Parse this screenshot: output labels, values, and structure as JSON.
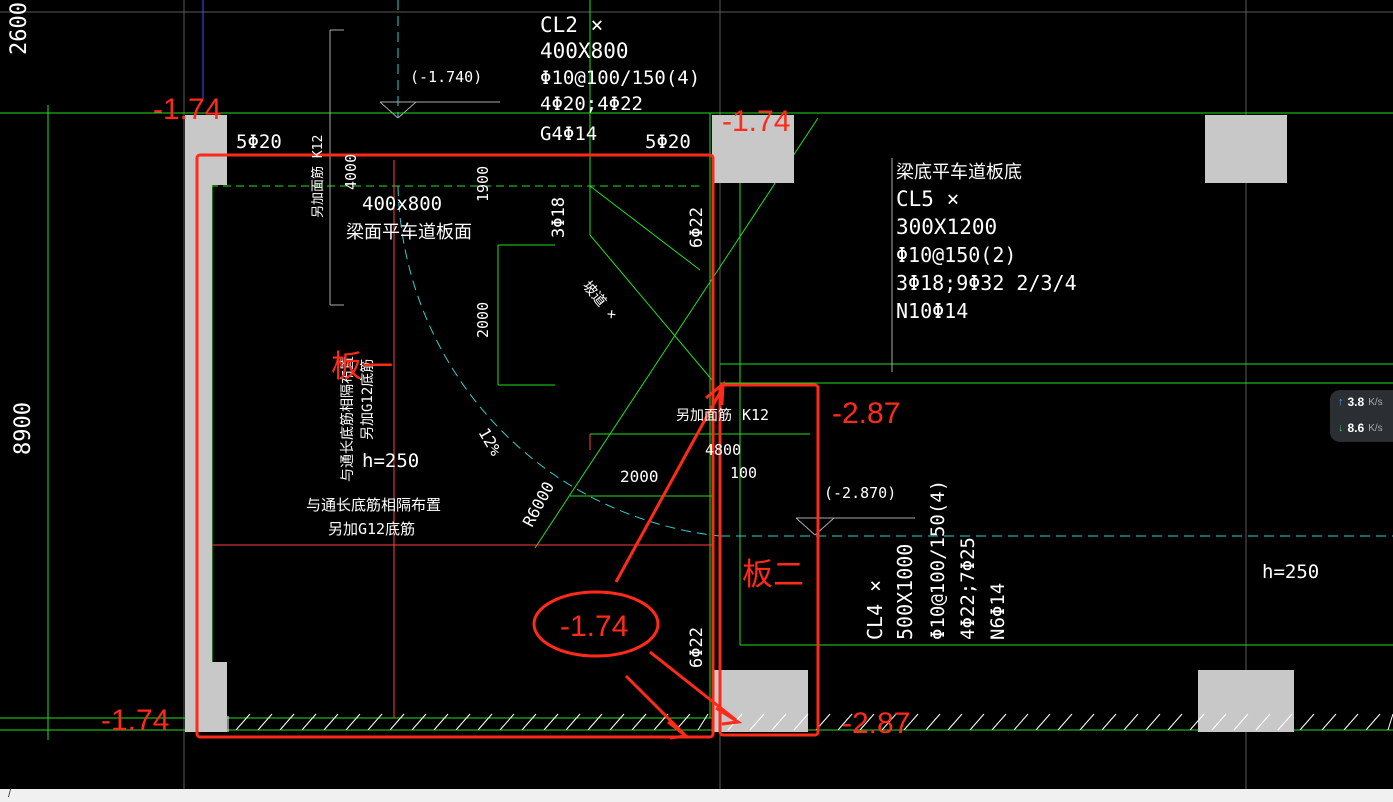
{
  "dims": {
    "left_top": "2600",
    "left_mid": "8900"
  },
  "beam_cl2": {
    "name": "CL2 ×",
    "size": "400X800",
    "stirrup": "Φ10@100/150(4)",
    "bars": "4Φ20;4Φ22",
    "side": "G4Φ14"
  },
  "beam_cl5": {
    "note": "梁底平车道板底",
    "name": "CL5 ×",
    "size": "300X1200",
    "stirrup": "Φ10@150(2)",
    "bars": "3Φ18;9Φ32 2/3/4",
    "side": "N10Φ14"
  },
  "beam_cl4": {
    "name": "CL4 ×",
    "size": "500X1000",
    "stirrup": "Φ10@100/150(4)",
    "bars": "4Φ22;7Φ25",
    "side": "N6Φ14"
  },
  "left_beam": {
    "size": "400x800",
    "note": "梁面平车道板面"
  },
  "cad_text": {
    "elev_a": "(-1.740)",
    "elev_b": "(-2.870)",
    "rebar_5phi20_a": "5Φ20",
    "rebar_5phi20_b": "5Φ20",
    "rebar_3phi18": "3Φ18",
    "rebar_6phi22_a": "6Φ22",
    "rebar_6phi22_b": "6Φ22",
    "dim_4000": "4000",
    "dim_1900": "1900",
    "dim_2000_v": "2000",
    "dim_2000_h": "2000",
    "dim_4800": "4800",
    "dim_100": "100",
    "extra_k12_v": "另加面筋 K12",
    "extra_k12_h": "另加面筋",
    "k12": "K12",
    "slope": "12%",
    "radius": "R6000",
    "ramp": "坡道 ×",
    "h250_a": "h=250",
    "h250_b": "h=250",
    "note_a1": "与通长底筋相隔布置",
    "note_a2": "另加G12底筋",
    "note_b1": "与通长底筋相隔布置",
    "note_b2": "另加G12底筋"
  },
  "markup": {
    "elev_tl": "-1.74",
    "elev_tc": "-1.74",
    "elev_bl": "-1.74",
    "elev_circle": "-1.74",
    "elev_r": "-2.87",
    "elev_br": "-2.87",
    "slab1": "板一",
    "slab2": "板二"
  },
  "netspeed": {
    "up": "3.8",
    "up_unit": "K/s",
    "down": "8.6",
    "down_unit": "K/s"
  },
  "status": {
    "text": "/"
  },
  "colors": {
    "line": "#22dd22",
    "cyan": "#33cccc",
    "red": "#ff2a1a",
    "column": "#c8c8c8"
  }
}
